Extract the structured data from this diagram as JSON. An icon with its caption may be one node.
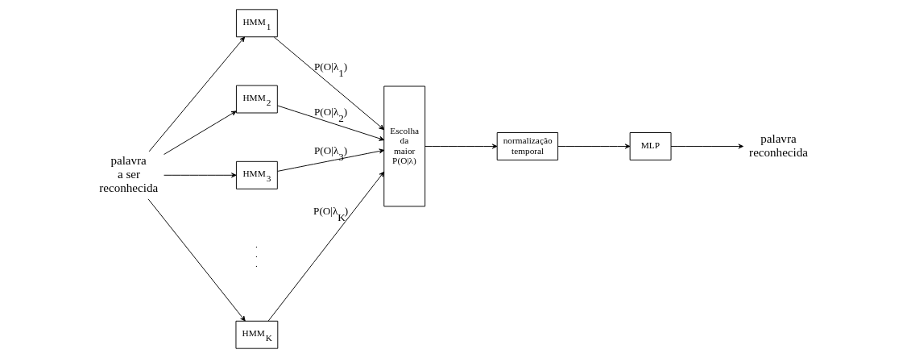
{
  "diagram": {
    "nodes": [
      {
        "text": [
          "palavra a ser reconhecida"
        ]
      },
      {
        "text": [
          "HMM$_{1}$"
        ]
      },
      {
        "text": [
          "HMM$_{2}$"
        ]
      },
      {
        "text": [
          "HMM$_{3}$"
        ]
      },
      {
        "text": [
          "HMM$_{K}$"
        ]
      },
      {
        "text": [
          "Escolha da maior P(O|λ)"
        ]
      },
      {
        "text": [
          "normalização temporal"
        ]
      },
      {
        "text": [
          "MLP"
        ]
      },
      {
        "text": [
          "palavra reconhecida"
        ]
      }
    ],
    "edges": [
      {
        "from": 0,
        "to": 1,
        "arrow": "to"
      },
      {
        "from": 0,
        "to": 2,
        "arrow": "to"
      },
      {
        "from": 0,
        "to": 3,
        "arrow": "to"
      },
      {
        "from": 0,
        "to": 4,
        "arrow": "to"
      },
      {
        "from": 1,
        "to": 5,
        "arrow": "to",
        "label": "P(O|λ$_{1}$)"
      },
      {
        "from": 2,
        "to": 5,
        "arrow": "to",
        "label": "P(O|λ$_{2}$)"
      },
      {
        "from": 3,
        "to": 5,
        "arrow": "to",
        "label": "P(O|λ$_{3}$)"
      },
      {
        "from": 4,
        "to": 5,
        "arrow": "to",
        "label": "P(O|λ$_{K}$)"
      },
      {
        "from": 5,
        "to": 6,
        "arrow": "to"
      },
      {
        "from": 6,
        "to": 7,
        "arrow": "to"
      },
      {
        "from": 7,
        "to": 8,
        "arrow": "to"
      }
    ],
    "labels": [
      ".",
      ".",
      "."
    ]
  }
}
